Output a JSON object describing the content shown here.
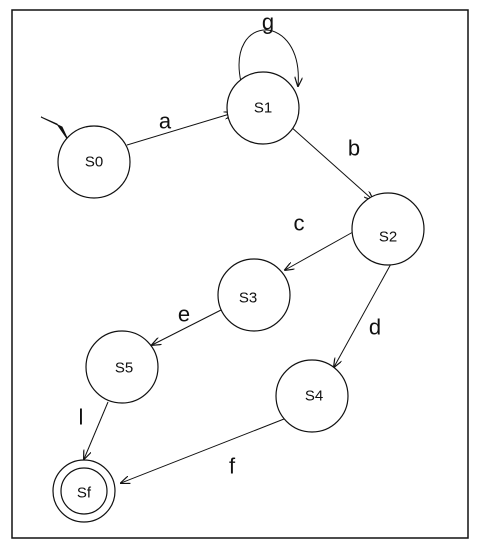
{
  "diagram": {
    "type": "finite-state-automaton",
    "initial_state": "S0",
    "final_states": [
      "Sf"
    ],
    "states": [
      {
        "id": "S0",
        "label": "S0"
      },
      {
        "id": "S1",
        "label": "S1"
      },
      {
        "id": "S2",
        "label": "S2"
      },
      {
        "id": "S3",
        "label": "S3"
      },
      {
        "id": "S4",
        "label": "S4"
      },
      {
        "id": "S5",
        "label": "S5"
      },
      {
        "id": "Sf",
        "label": "Sf"
      }
    ],
    "transitions": [
      {
        "from": "S0",
        "to": "S1",
        "label": "a"
      },
      {
        "from": "S1",
        "to": "S1",
        "label": "g"
      },
      {
        "from": "S1",
        "to": "S2",
        "label": "b"
      },
      {
        "from": "S2",
        "to": "S3",
        "label": "c"
      },
      {
        "from": "S2",
        "to": "S4",
        "label": "d"
      },
      {
        "from": "S3",
        "to": "S5",
        "label": "e"
      },
      {
        "from": "S4",
        "to": "Sf",
        "label": "f"
      },
      {
        "from": "S5",
        "to": "Sf",
        "label": "l"
      }
    ],
    "colors": {
      "stroke": "#111111",
      "background": "#ffffff"
    }
  }
}
